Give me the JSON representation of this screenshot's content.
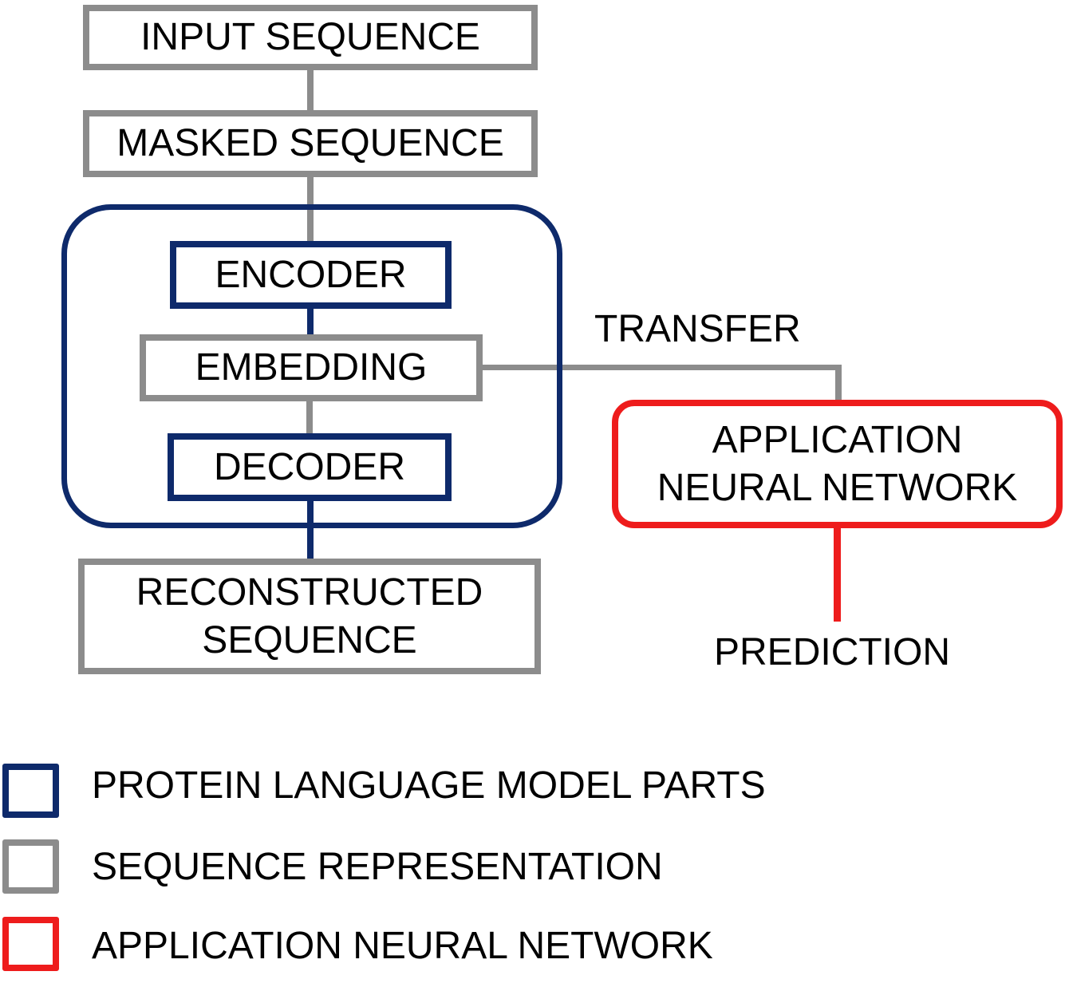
{
  "diagram": {
    "nodes": {
      "input_sequence": "INPUT SEQUENCE",
      "masked_sequence": "MASKED SEQUENCE",
      "encoder": "ENCODER",
      "embedding": "EMBEDDING",
      "decoder": "DECODER",
      "reconstructed_sequence": [
        "RECONSTRUCTED",
        "SEQUENCE"
      ],
      "application_neural_network": [
        "APPLICATION",
        "NEURAL NETWORK"
      ]
    },
    "edge_labels": {
      "transfer": "TRANSFER",
      "prediction": "PREDICTION"
    },
    "edges": [
      [
        "input_sequence",
        "masked_sequence"
      ],
      [
        "masked_sequence",
        "encoder"
      ],
      [
        "encoder",
        "embedding"
      ],
      [
        "embedding",
        "decoder"
      ],
      [
        "decoder",
        "reconstructed_sequence"
      ],
      [
        "embedding",
        "application_neural_network"
      ],
      [
        "application_neural_network",
        "prediction"
      ]
    ]
  },
  "legend": [
    {
      "label": "PROTEIN LANGUAGE MODEL PARTS",
      "color": "#0e2a6b"
    },
    {
      "label": "SEQUENCE REPRESENTATION",
      "color": "#8c8c8c"
    },
    {
      "label": "APPLICATION NEURAL NETWORK",
      "color": "#ee1c1c"
    }
  ],
  "colors": {
    "plm": "#0e2a6b",
    "sequence": "#8c8c8c",
    "application": "#ee1c1c"
  }
}
